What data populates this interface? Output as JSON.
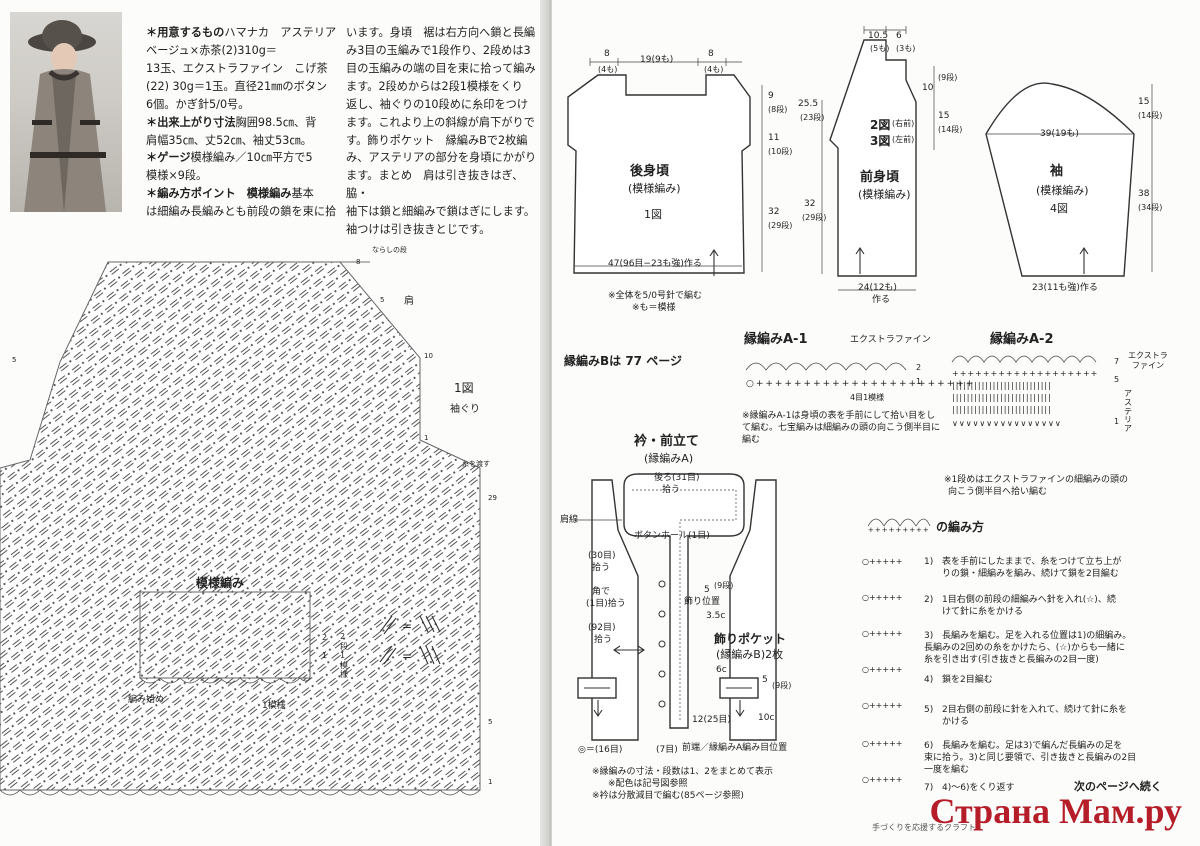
{
  "left": {
    "materials_heading": "＊用意するもの",
    "materials_lines": [
      "ハマナカ　アステリア　ベージュ×赤茶(2)310g＝",
      "13玉、エクストラファイン　こげ茶",
      "(22) 30g＝1玉。直径21㎜のボタン",
      "6個。かぎ針5/0号。"
    ],
    "size_heading": "＊出来上がり寸法",
    "size_lines": [
      "胸囲98.5㎝、背",
      "肩幅35㎝、丈52㎝、袖丈53㎝。"
    ],
    "gauge_heading": "＊ゲージ",
    "gauge_lines": [
      "模様編み／10㎝平方で5",
      "模様×9段。"
    ],
    "point_heading": "＊編み方ポイント　模様編み",
    "point_lines": [
      "基本",
      "は細編み長編みとも前段の鎖を束に拾"
    ],
    "col2_lines": [
      "います。身頃　裾は右方向へ鎖と長編",
      "み3目の玉編みで1段作り、2段めは3",
      "目の玉編みの端の目を束に拾って編み",
      "ます。2段めからは2段1模様をくり",
      "返し、袖ぐりの10段めに糸印をつけ",
      "ます。これより上の斜線が肩下がりで",
      "す。飾りポケット　縁編みBで2枚編",
      "み、アステリアの部分を身頃にかがり",
      "ます。まとめ　肩は引き抜きはぎ、脇・",
      "袖下は鎖と細編みで鎖はぎにします。",
      "袖つけは引き抜きとじです。"
    ],
    "chart1_title": "1図",
    "chart1_sub": "袖ぐり",
    "chart1_shoulder": "肩",
    "chart1_top_note": "ならしの段",
    "chart1_thread_note": "糸を渡す",
    "chart1_rows": [
      "8",
      "5",
      "10",
      "1",
      "5",
      "29",
      "5",
      "1"
    ],
    "pattern_title": "模様編み",
    "pattern_rep_side": "2段1模様",
    "pattern_rep_bottom": "1模様",
    "pattern_start": "編み始め",
    "pattern_rows": [
      "2",
      "1"
    ]
  },
  "right": {
    "back": {
      "title": "後身頃",
      "sub": "(模様編み)",
      "fig": "1図",
      "top": [
        "8",
        "(4も)",
        "19(9も)",
        "8",
        "(4も)"
      ],
      "side": [
        "9",
        "(8段)",
        "11",
        "(10段)",
        "32",
        "(29段)"
      ],
      "bottom": "47(96目−23も強)作る"
    },
    "front": {
      "title": "前身頃",
      "sub": "(模様編み)",
      "fig1": "2図",
      "fig1_note": "(右前)",
      "fig2": "3図",
      "fig2_note": "(左前)",
      "top": [
        "10.5",
        "(5も)",
        "6",
        "(3も)"
      ],
      "side_left": [
        "25.5",
        "(23段)",
        "32",
        "(29段)"
      ],
      "side_right": [
        "10",
        "(9段)",
        "15",
        "(14段)"
      ],
      "bottom": "24(12も)",
      "bottom2": "作る"
    },
    "sleeve": {
      "title": "袖",
      "sub": "(模様編み)",
      "fig": "4図",
      "width": "39(19も)",
      "side": [
        "15",
        "(14段)",
        "38",
        "(34段)"
      ],
      "bottom": "23(11も強)作る"
    },
    "notes_main": [
      "※全体を5/0号針で編む",
      "※も＝模様"
    ],
    "ref_b": "縁編みBは 77 ページ",
    "a1": {
      "title": "縁編みA-1",
      "yarn": "エクストラファイン",
      "rows": [
        "2",
        "1"
      ],
      "rep": "4目1模様",
      "note": [
        "※縁編みA-1は身頃の表を手前にして拾い目をし",
        "て編む。七宝編みは細編みの頭の向こう側半目に",
        "編む"
      ]
    },
    "a2": {
      "title": "縁編みA-2",
      "yarn1": "エクストラ",
      "yarn2": "ファイン",
      "yarn3": "アステリア",
      "rows": [
        "7",
        "5",
        "1"
      ],
      "note": [
        "※1段めはエクストラファインの細編みの頭の",
        "向こう側半目へ拾い編む"
      ]
    },
    "collar": {
      "title": "衿・前立て",
      "sub": "(縁編みA)",
      "back_neck": "後ろ(31目)",
      "back_neck2": "拾う",
      "shoulder_line": "肩線",
      "buttonhole": "ボタンホール(1目)",
      "pick30": "(30目)",
      "pick30b": "拾う",
      "corner": "角で",
      "corner2": "(1目)拾う",
      "pick92": "(92目)",
      "pick92b": "拾う",
      "side_9": [
        "5",
        "(9段)"
      ],
      "c35": "3.5c",
      "button_pos": "飾り位置",
      "pocket_title": "飾りポケット",
      "pocket_sub": "(縁編みB)2枚",
      "c6": "6c",
      "side_9b": [
        "5",
        "(9段)"
      ],
      "pick12": "12(25目)",
      "c10": "10c",
      "pick16": "◎＝(16目)",
      "pick7": "(7目)",
      "start_pos": "前端／縁編みA編み目位置",
      "notes": [
        "※縁編みの寸法・段数は1、2をまとめて表示",
        "※配色は記号図参照",
        "※衿は分散減目で編む(85ページ参照)"
      ]
    },
    "howto": {
      "title": "の編み方",
      "steps": [
        {
          "n": "1)",
          "text": [
            "表を手前にしたままで、糸をつけて立ち上が",
            "りの鎖・細編みを編み、続けて鎖を2目編む"
          ]
        },
        {
          "n": "2)",
          "text": [
            "1目右側の前段の細編みへ針を入れ(☆)、続",
            "けて針に糸をかける"
          ]
        },
        {
          "n": "3)",
          "text": [
            "長編みを編む。足を入れる位置は1)の細編み。",
            "長編みの2回めの糸をかけたら、(☆)からも一緒に",
            "糸を引き出す(引き抜きと長編みの2目一度)"
          ]
        },
        {
          "n": "4)",
          "text": [
            "鎖を2目編む"
          ]
        },
        {
          "n": "5)",
          "text": [
            "2目右側の前段に針を入れて、続けて針に糸を",
            "かける"
          ]
        },
        {
          "n": "6)",
          "text": [
            "長編みを編む。足は3)で編んだ長編みの足を",
            "束に拾う。3)と同じ要領で、引き抜きと長編みの2目",
            "一度を編む"
          ]
        },
        {
          "n": "7)",
          "text": [
            "4)〜6)をくり返す"
          ]
        }
      ]
    },
    "continued": "次のページへ続く",
    "footer": "手づくりを応援するクラフト"
  },
  "watermark": "Страна Мам.ру"
}
